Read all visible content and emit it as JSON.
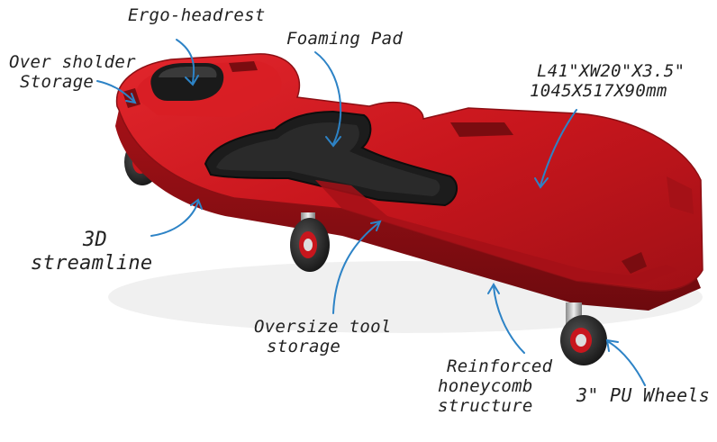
{
  "annotations": {
    "ergo_headrest": "Ergo-headrest",
    "foaming_pad": "Foaming Pad",
    "over_sholder_storage": [
      "Over sholder",
      "Storage"
    ],
    "dimensions": [
      "L41\"XW20\"X3.5\"",
      "1045X517X90mm"
    ],
    "streamline": [
      "3D",
      "streamline"
    ],
    "oversize_tool_storage": [
      "Oversize tool",
      "storage"
    ],
    "reinforced_honeycomb": [
      "Reinforced",
      "honeycomb",
      "structure"
    ],
    "pu_wheels": "3\" PU Wheels"
  },
  "colors": {
    "body_red": "#c8161d",
    "dark_red": "#7a0c10",
    "pad_black": "#1c1c1c",
    "arrow_blue": "#2d83c6",
    "text": "#222222"
  }
}
